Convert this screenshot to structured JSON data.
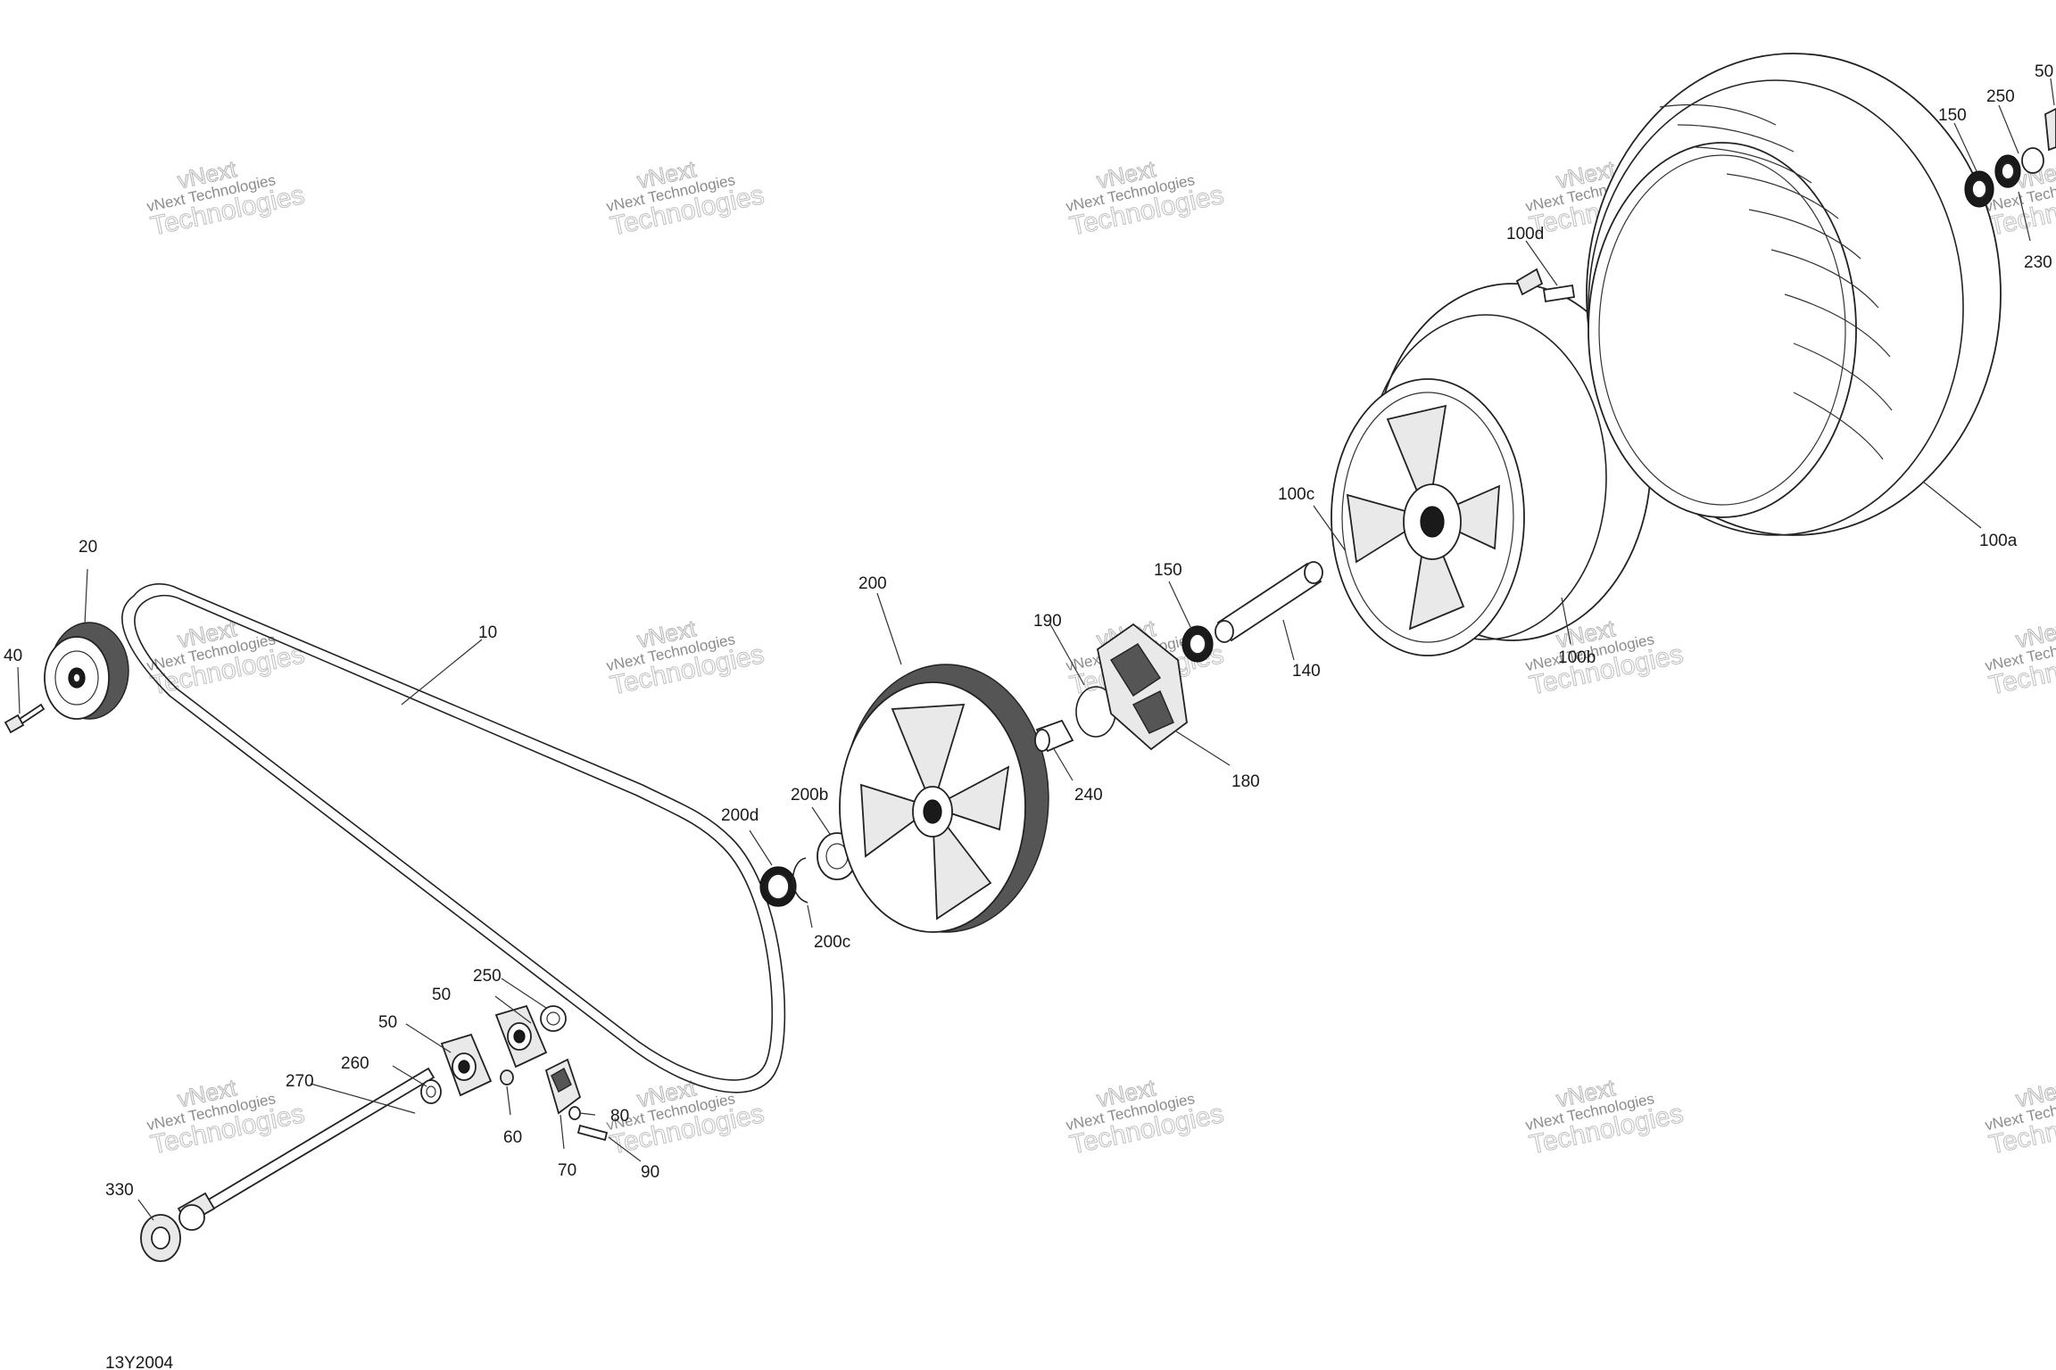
{
  "diagram": {
    "reference_code": "13Y2004",
    "watermark": {
      "line1": "vNext",
      "line2": "vNext Technologies",
      "line3": "Technologies"
    },
    "part_labels": [
      "10",
      "20",
      "40",
      "50",
      "50",
      "50",
      "60",
      "70",
      "80",
      "90",
      "100a",
      "100b",
      "100c",
      "100d",
      "140",
      "150",
      "150",
      "180",
      "190",
      "200",
      "200b",
      "200c",
      "200d",
      "230",
      "240",
      "250",
      "250",
      "260",
      "270",
      "330"
    ]
  }
}
